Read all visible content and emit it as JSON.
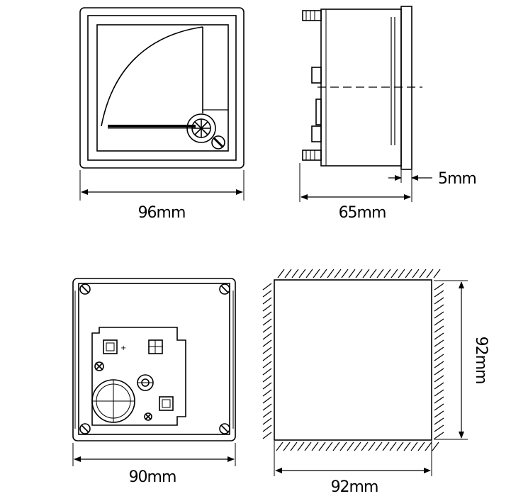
{
  "front_view": {
    "width_label": "96mm"
  },
  "side_view": {
    "depth_label": "65mm",
    "flange_label": "5mm"
  },
  "rear_view": {
    "width_label": "90mm"
  },
  "panel_cutout": {
    "width_label": "92mm",
    "height_label": "92mm"
  }
}
